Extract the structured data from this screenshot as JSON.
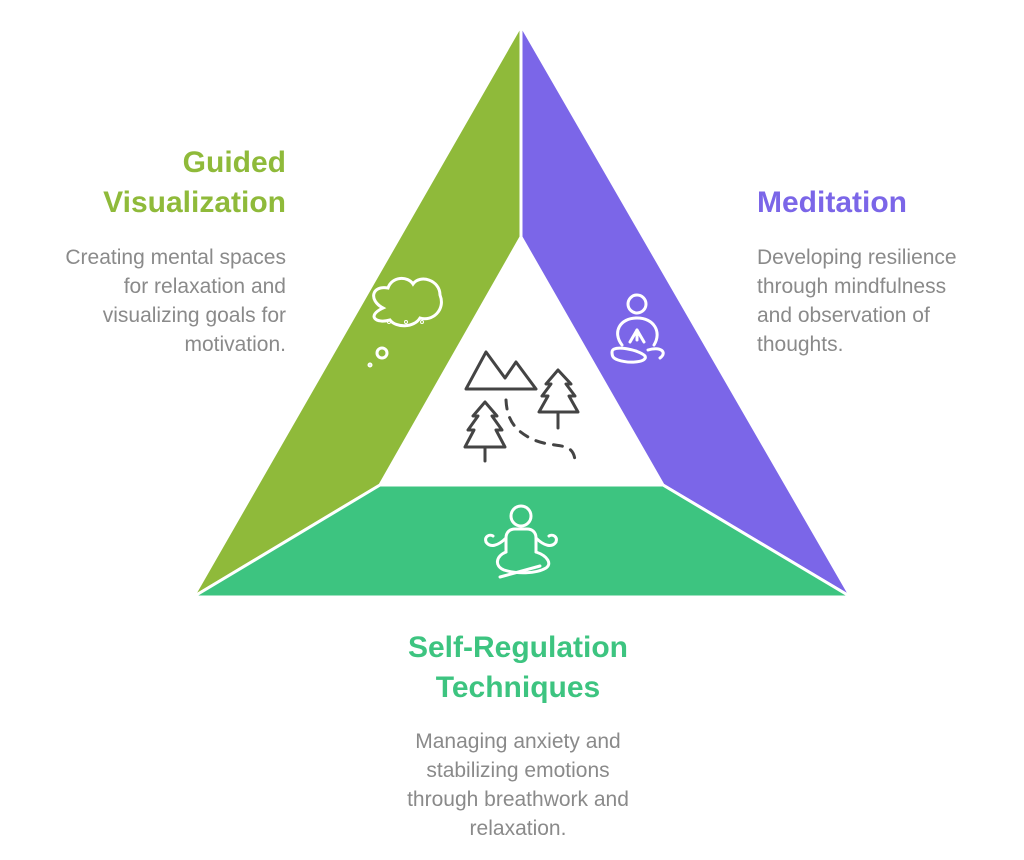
{
  "colors": {
    "guided": "#8fba3a",
    "meditation": "#7b66e8",
    "self_regulation": "#3dc480",
    "text": "#8a8a8a",
    "icon_dark": "#444444"
  },
  "sections": {
    "guided": {
      "title_line1": "Guided",
      "title_line2": "Visualization",
      "desc": [
        "Creating mental spaces",
        "for relaxation and",
        "visualizing goals for",
        "motivation."
      ],
      "icon": "thought-bubble-icon"
    },
    "meditation": {
      "title": "Meditation",
      "desc": [
        "Developing resilience",
        "through mindfulness",
        "and observation of",
        "thoughts."
      ],
      "icon": "meditating-person-icon"
    },
    "self_regulation": {
      "title_line1": "Self-Regulation",
      "title_line2": "Techniques",
      "desc": [
        "Managing anxiety and",
        "stabilizing emotions",
        "through breathwork and",
        "relaxation."
      ],
      "icon": "lotus-pose-icon"
    },
    "center": {
      "icon": "mountain-forest-path-icon"
    }
  }
}
